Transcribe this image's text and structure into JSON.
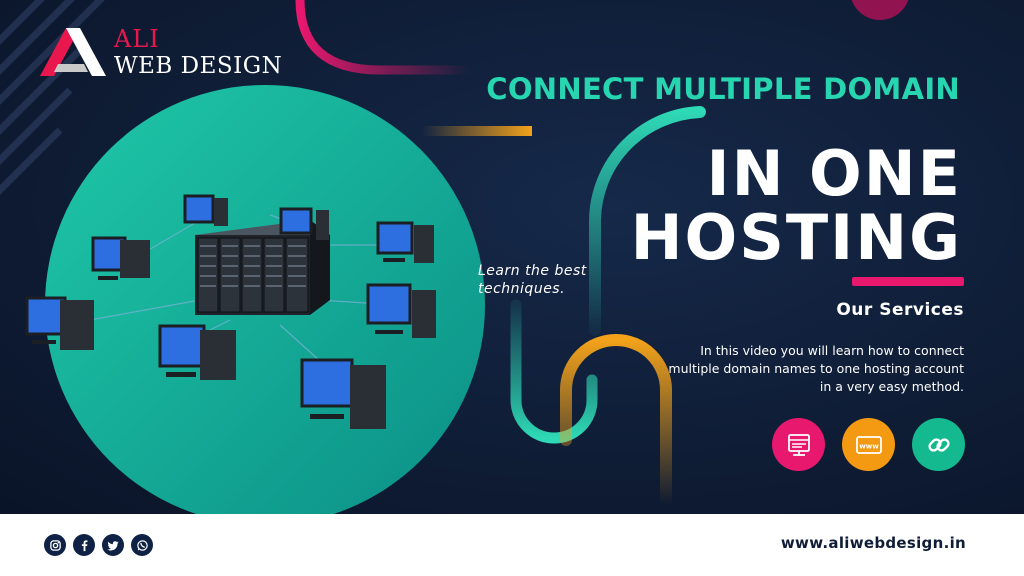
{
  "brand": {
    "name_top": "ALI",
    "name_bottom": "WEB DESIGN"
  },
  "hero": {
    "headline": "CONNECT MULTIPLE DOMAIN",
    "title_line1": "IN ONE",
    "title_line2": "HOSTING",
    "tagline": "Learn the best techniques.",
    "services_label": "Our Services",
    "description": "In this video you will learn how to connect multiple domain names to one hosting account in a very easy method."
  },
  "service_icons": [
    {
      "name": "server-icon",
      "color": "#e8186e"
    },
    {
      "name": "www-icon",
      "color": "#f39a12"
    },
    {
      "name": "link-icon",
      "color": "#14b98f"
    }
  ],
  "footer": {
    "socials": [
      "instagram-icon",
      "facebook-icon",
      "twitter-icon",
      "whatsapp-icon"
    ],
    "website": "www.aliwebdesign.in"
  },
  "colors": {
    "background": "#0f1d36",
    "accent_teal": "#27d6b1",
    "accent_pink": "#e8186e",
    "accent_orange": "#f39a12"
  }
}
